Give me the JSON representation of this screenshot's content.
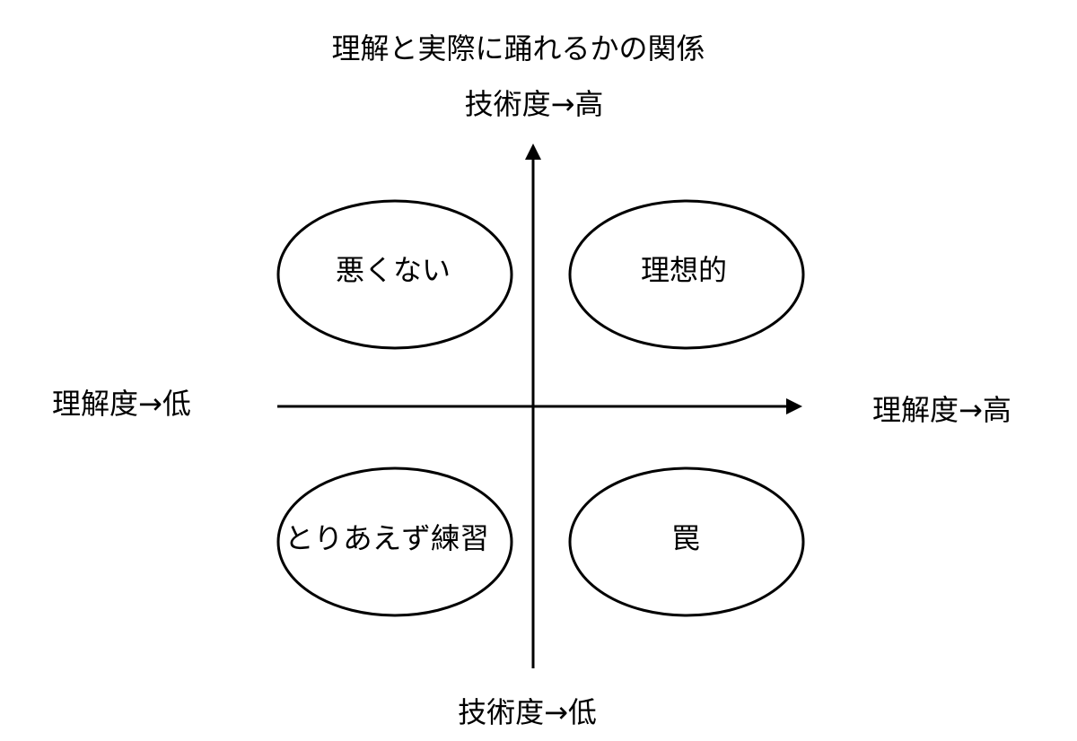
{
  "title": "理解と実際に踊れるかの関係",
  "axes": {
    "y_top": "技術度→高",
    "y_bottom": "技術度→低",
    "x_left": "理解度→低",
    "x_right": "理解度→高"
  },
  "quadrants": {
    "top_left": "悪くない",
    "top_right": "理想的",
    "bottom_left": "とりあえず練習",
    "bottom_right": "罠"
  },
  "colors": {
    "stroke": "#000000",
    "background": "#ffffff"
  }
}
